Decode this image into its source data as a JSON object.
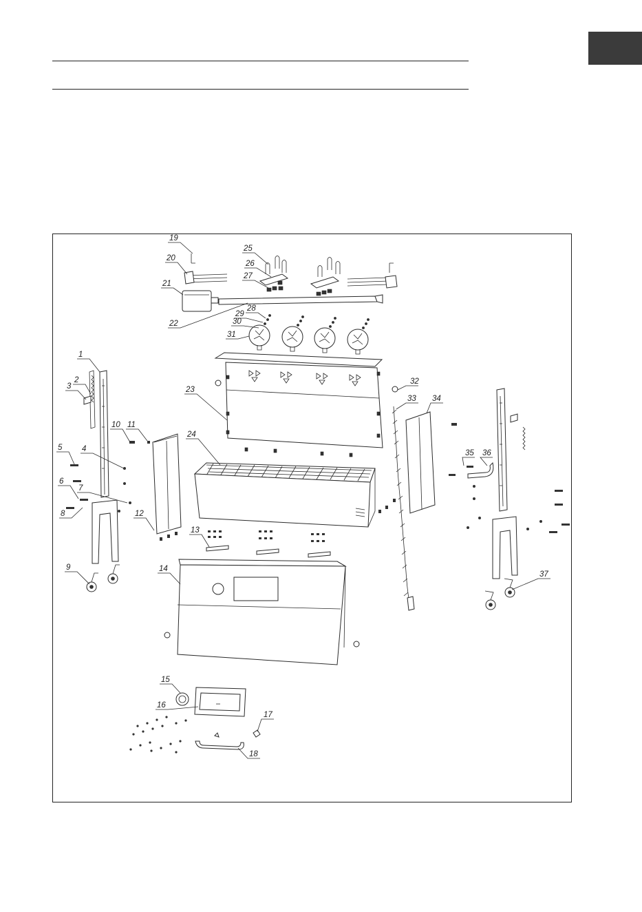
{
  "header": {
    "language_tab_label": ""
  },
  "diagram": {
    "type": "exploded-parts-view",
    "part_numbers": [
      "1",
      "2",
      "3",
      "4",
      "5",
      "6",
      "7",
      "8",
      "9",
      "10",
      "11",
      "12",
      "13",
      "14",
      "15",
      "16",
      "17",
      "18",
      "19",
      "20",
      "21",
      "22",
      "23",
      "24",
      "25",
      "26",
      "27",
      "28",
      "29",
      "30",
      "31",
      "32",
      "33",
      "34",
      "35",
      "36",
      "37"
    ]
  }
}
